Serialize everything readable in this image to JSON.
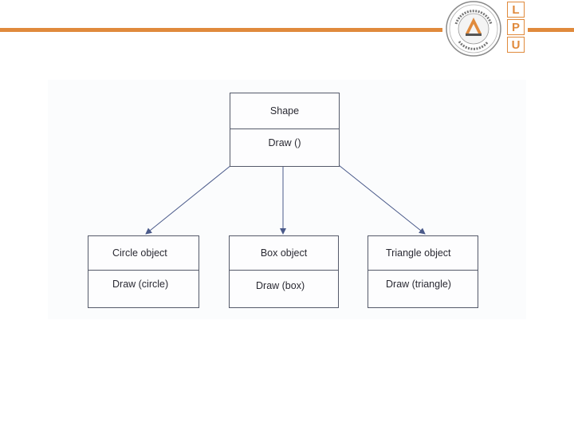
{
  "header": {
    "accent_color": "#e08a3c",
    "logo_letters": [
      "L",
      "P",
      "U"
    ],
    "seal_text": "LOVELY PROFESSIONAL UNIVERSITY PUNJAB (INDIA)"
  },
  "diagram": {
    "root": {
      "name": "Shape",
      "method": "Draw ()"
    },
    "children": [
      {
        "name": "Circle object",
        "method": "Draw  (circle)"
      },
      {
        "name": "Box object",
        "method": "Draw  (box)"
      },
      {
        "name": "Triangle object",
        "method": "Draw (triangle)"
      }
    ]
  }
}
